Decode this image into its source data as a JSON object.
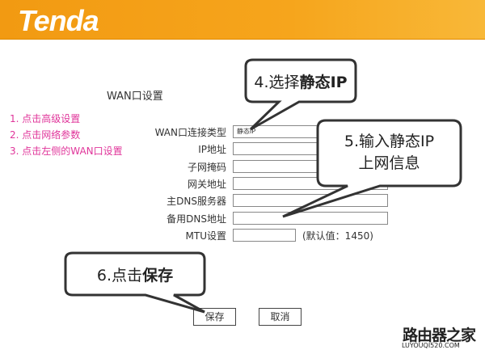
{
  "header": {
    "logo": "Tenda",
    "brand_color": "#f29a12"
  },
  "page_title": "WAN口设置",
  "steps": [
    "1. 点击高级设置",
    "2. 点击网络参数",
    "3. 点击左侧的WAN口设置"
  ],
  "form": {
    "fields": [
      {
        "label": "WAN口连接类型",
        "value": "静态IP"
      },
      {
        "label": "IP地址",
        "value": ""
      },
      {
        "label": "子网掩码",
        "value": ""
      },
      {
        "label": "网关地址",
        "value": ""
      },
      {
        "label": "主DNS服务器",
        "value": ""
      },
      {
        "label": "备用DNS地址",
        "value": ""
      },
      {
        "label": "MTU设置",
        "value": ""
      }
    ],
    "mtu_hint": "(默认值：1450)",
    "save_label": "保存",
    "cancel_label": "取消"
  },
  "callouts": {
    "c4_prefix": "4.选择",
    "c4_bold": "静态IP",
    "c5_line1": "5.输入静态IP",
    "c5_line2": "上网信息",
    "c6_prefix": "6.点击",
    "c6_bold": "保存"
  },
  "watermark": {
    "name": "路由器之家",
    "url": "LUYOUQI520.COM"
  }
}
